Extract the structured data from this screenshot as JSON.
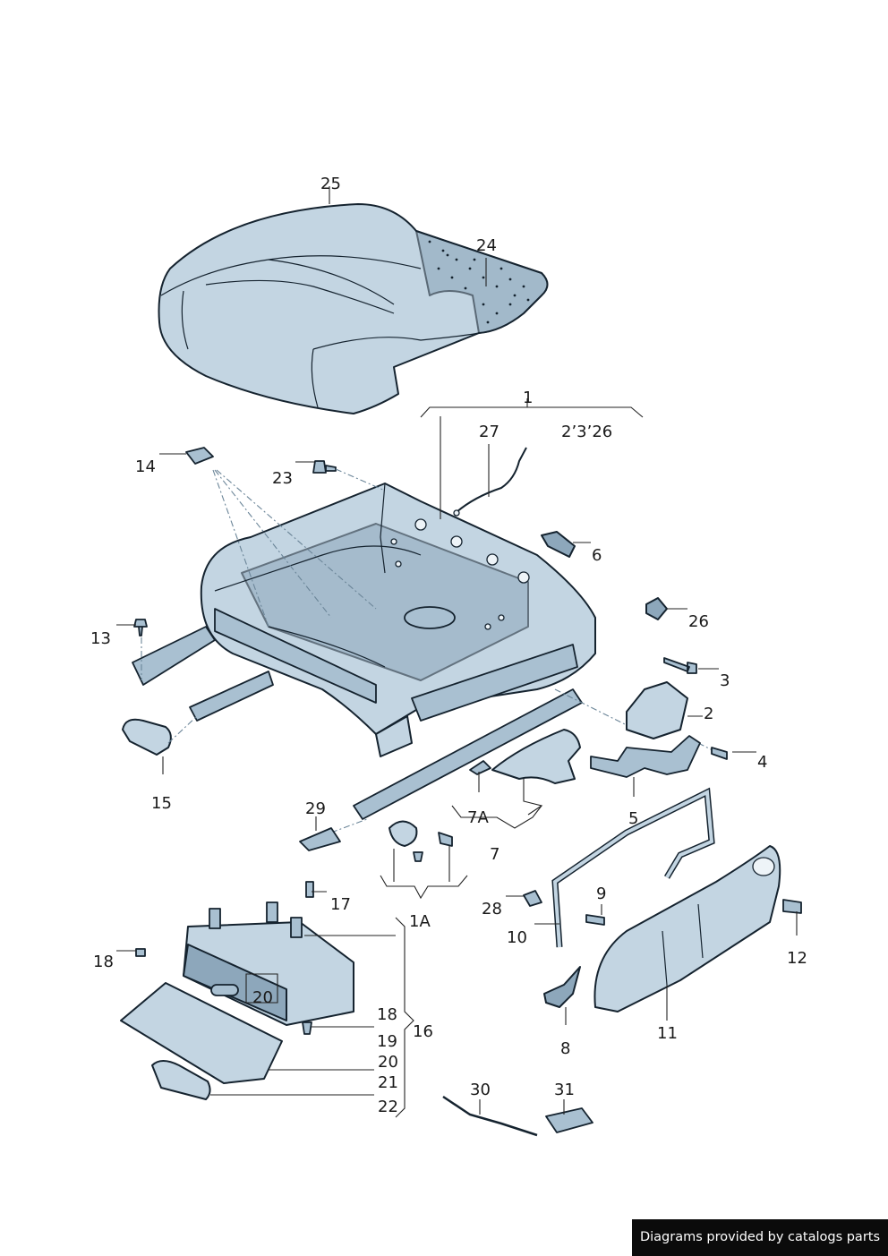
{
  "labels": {
    "p1": "1",
    "p1a": "1A",
    "p2": "2",
    "p2_3_26": "2’3’26",
    "p3": "3",
    "p4": "4",
    "p5": "5",
    "p6": "6",
    "p7": "7",
    "p7a": "7A",
    "p8": "8",
    "p9": "9",
    "p10": "10",
    "p11": "11",
    "p12": "12",
    "p13": "13",
    "p14": "14",
    "p15": "15",
    "p16": "16",
    "p17": "17",
    "p18a": "18",
    "p18b": "18",
    "p19": "19",
    "p20a": "20",
    "p20b": "20",
    "p21": "21",
    "p22": "22",
    "p23": "23",
    "p24": "24",
    "p25": "25",
    "p26": "26",
    "p27": "27",
    "p28": "28",
    "p29": "29",
    "p30": "30",
    "p31": "31"
  },
  "footer": {
    "text": "Diagrams provided by catalogs parts"
  },
  "colors": {
    "part_fill": "#c3d5e2",
    "part_dark": "#8da7bb",
    "outline": "#15232f",
    "footer_bg": "#0b0b0b"
  }
}
